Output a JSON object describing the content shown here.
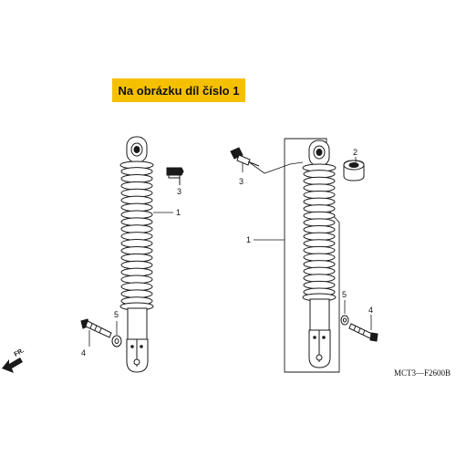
{
  "banner": {
    "text": "Na obrázku díl číslo 1"
  },
  "diagram_code": "MCT3—F2600B",
  "direction_label": "FR.",
  "callouts": {
    "left_1": "1",
    "left_3": "3",
    "left_4": "4",
    "left_5": "5",
    "right_1": "1",
    "right_2": "2",
    "right_3": "3",
    "right_4": "4",
    "right_5": "5"
  },
  "colors": {
    "banner_bg": "#f5c000",
    "line": "#1a1a1a"
  }
}
